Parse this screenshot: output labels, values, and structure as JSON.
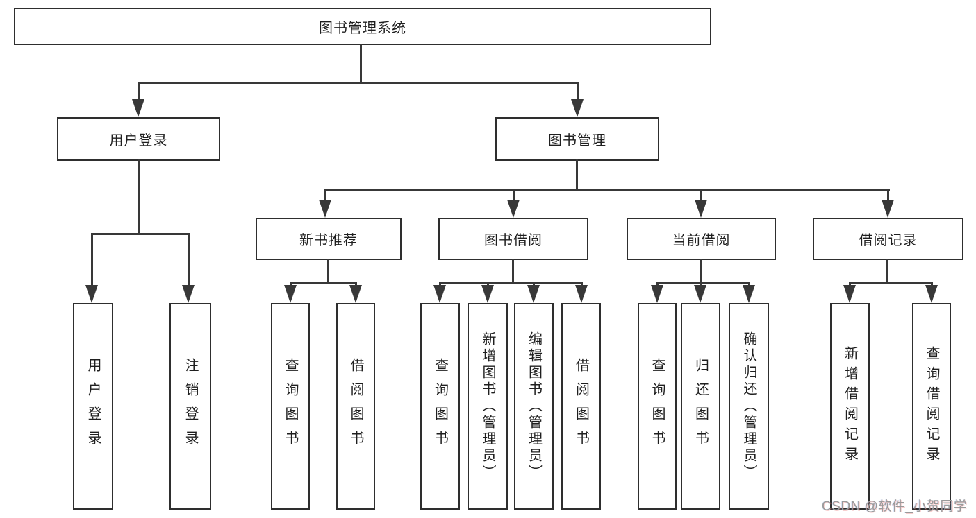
{
  "diagram": {
    "root": {
      "label": "图书管理系统"
    },
    "level2": [
      {
        "label": "用户登录"
      },
      {
        "label": "图书管理"
      }
    ],
    "level3": [
      {
        "label": "新书推荐"
      },
      {
        "label": "图书借阅"
      },
      {
        "label": "当前借阅"
      },
      {
        "label": "借阅记录"
      }
    ],
    "leaves": {
      "user_login": [
        "用户登录",
        "注销登录"
      ],
      "new_book": [
        "查询图书",
        "借阅图书"
      ],
      "book_borrow": [
        "查询图书",
        "新增图书（管理员）",
        "编辑图书（管理员）",
        "借阅图书"
      ],
      "current_borrow": [
        "查询图书",
        "归还图书",
        "确认归还（管理员）"
      ],
      "borrow_record": [
        "新增借阅记录",
        "查询借阅记录"
      ]
    }
  },
  "watermark": {
    "text": "CSDN @软件_小贺同学"
  },
  "colors": {
    "line": "#383838",
    "border": "#2e2e2e",
    "text": "#1f1f1f",
    "watermark": "#9a9a9a",
    "background": "#ffffff"
  }
}
